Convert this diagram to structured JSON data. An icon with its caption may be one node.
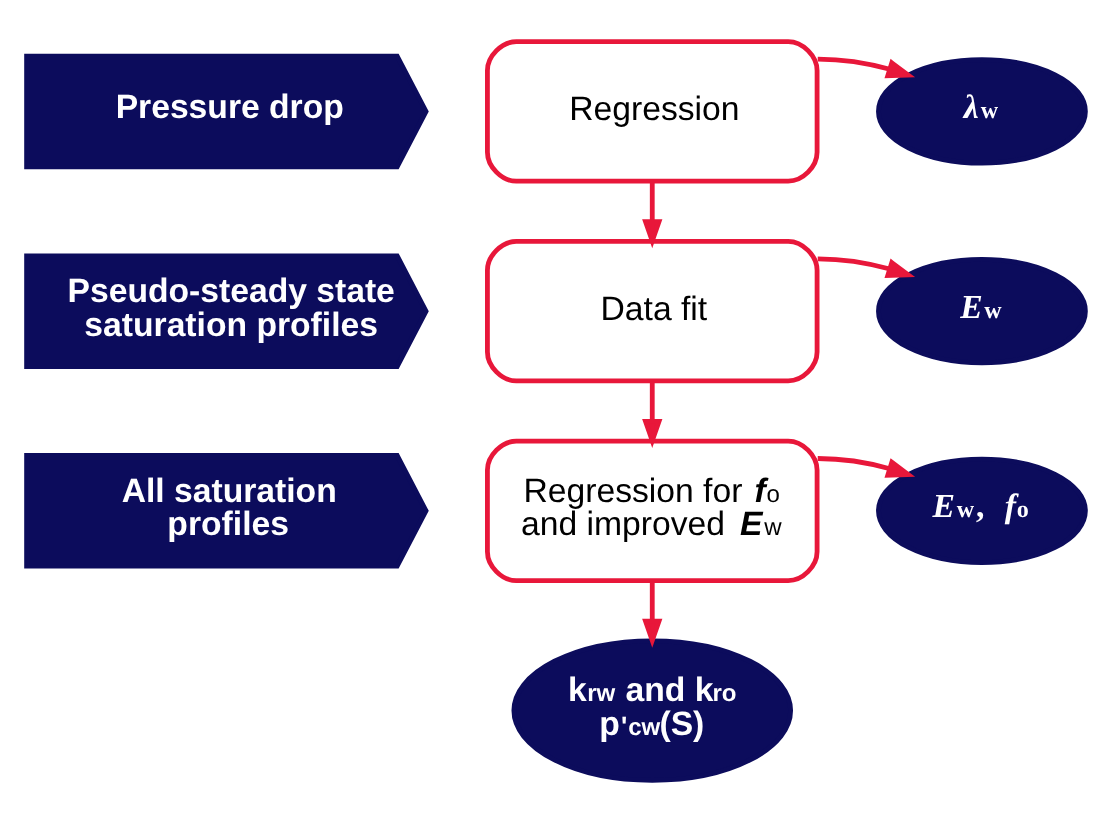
{
  "diagram": {
    "nodes": [
      {
        "text": [
          "Pressure drop"
        ]
      },
      {
        "text": [
          "Regression"
        ]
      },
      {
        "text": [
          "*λ*$_{w}$"
        ]
      },
      {
        "text": [
          "Pseudo-steady state saturation profiles"
        ]
      },
      {
        "text": [
          "Data fit"
        ]
      },
      {
        "text": [
          "*E*$_{w}$"
        ]
      },
      {
        "text": [
          "All saturation profiles"
        ]
      },
      {
        "text": [
          "Regression for *f*$_{o}$ and improved *E*$_{w}$"
        ]
      },
      {
        "text": [
          "*E*$_{w}$, *f*$_{o}$"
        ]
      },
      {
        "text": [
          "k$_{rw}$ and k$_{ro}$ p$^{'}$$_{cw}$(S)"
        ]
      }
    ],
    "edges": [
      {
        "from": 1,
        "to": 2,
        "arrow": "to"
      },
      {
        "from": 1,
        "to": 4,
        "arrow": "to"
      },
      {
        "from": 4,
        "to": 5,
        "arrow": "to"
      },
      {
        "from": 4,
        "to": 7,
        "arrow": "to"
      },
      {
        "from": 7,
        "to": 8,
        "arrow": "to"
      },
      {
        "from": 7,
        "to": 9,
        "arrow": "to"
      }
    ]
  }
}
